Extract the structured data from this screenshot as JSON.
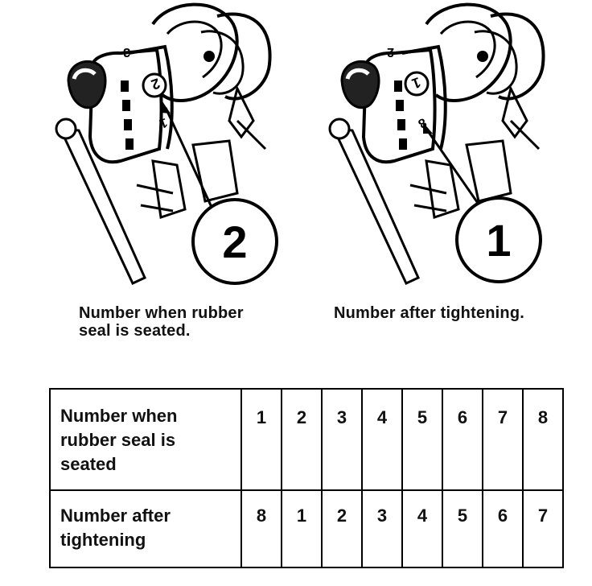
{
  "illustrations": {
    "left": {
      "callout": "2",
      "dial_numbers": [
        "3",
        "2",
        "1"
      ]
    },
    "right": {
      "callout": "1",
      "dial_numbers": [
        "2",
        "1",
        "8"
      ]
    }
  },
  "captions": {
    "left": [
      "Number when rubber",
      "seal is seated."
    ],
    "right": [
      "Number after tightening."
    ]
  },
  "table": {
    "rows": [
      {
        "header": [
          "Number when",
          "rubber seal is",
          "seated"
        ],
        "values": [
          "1",
          "2",
          "3",
          "4",
          "5",
          "6",
          "7",
          "8"
        ]
      },
      {
        "header": [
          "Number after",
          "tightening"
        ],
        "values": [
          "8",
          "1",
          "2",
          "3",
          "4",
          "5",
          "6",
          "7"
        ]
      }
    ]
  }
}
